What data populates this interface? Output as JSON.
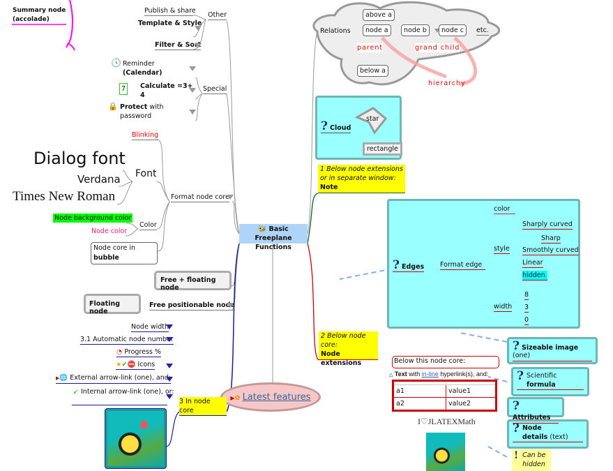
{
  "summary": {
    "line1": "Summary node",
    "line2": "(accolade)"
  },
  "other": {
    "label": "Other",
    "items": [
      "Publish & share",
      "Template & Style",
      "Filter & Sort"
    ]
  },
  "special": {
    "label": "Special",
    "reminder1": "Reminder",
    "reminder2": "(Calendar)",
    "calc_value": "7",
    "calc1": "Calculate =3+",
    "calc2": "4",
    "protect1": "Protect",
    "protect2": "with",
    "protect3": "password"
  },
  "format": {
    "label": "Format node core",
    "blinking": "Blinking",
    "font": "Font",
    "dialog": "Dialog font",
    "verdana": "Verdana",
    "times": "Times New Roman",
    "color": "Color",
    "bgcolor": "Node background color",
    "nodecolor": "Node color",
    "bubble1": "Node core in",
    "bubble2": "bubble"
  },
  "free": {
    "floating_free": "Free + floating node",
    "floating": "Floating node",
    "positionable": "Free positionable node"
  },
  "center": {
    "line1": "Basic Freeplane",
    "line2": "Functions"
  },
  "latest": "Latest features",
  "core": {
    "label1": "3 In node",
    "label2": "core",
    "items": [
      "Node width",
      "3.1 Automatic node number",
      "Progress %",
      "Icons",
      "External arrow-link (one), and:",
      "Internal arrow-link (one), or:"
    ]
  },
  "relations": {
    "label": "Relations",
    "above": "above a",
    "node_a": "node a",
    "node_b": "node b",
    "node_c": "node c",
    "etc": "etc.",
    "parent": "parent",
    "grandchild": "grand child",
    "below": "below a",
    "hierarchy": "hierarchy"
  },
  "cloud": {
    "label": "Cloud",
    "star": "star",
    "rectangle": "rectangle"
  },
  "note": {
    "line1": "1 Below node extensions",
    "line2": "or in separate window:",
    "line3": "Note"
  },
  "edges": {
    "label": "Edges",
    "format": "Format edge",
    "color": "color",
    "style": "style",
    "width": "width",
    "styles": [
      "Sharply curved",
      "Sharp",
      "Smoothly curved",
      "Linear",
      "hidden"
    ],
    "widths": [
      "8",
      "3",
      "0"
    ]
  },
  "ext": {
    "line1": "2 Below node",
    "line2": "core:",
    "line3": "Node extensions"
  },
  "details": {
    "below": "Below this node core:",
    "text_bold": "Text",
    "text_with": "with",
    "text_link": "in-line",
    "text_rest": "hyperlink(s), and:",
    "table": [
      [
        "a1",
        "value1"
      ],
      [
        "a2",
        "value2"
      ]
    ],
    "latex": "I♡JLATEXMath"
  },
  "right": {
    "image1": "Sizeable image",
    "image2": "(one)",
    "sci1": "Scientific",
    "sci2": "formula",
    "attributes": "Attributes",
    "det1": "Node",
    "det2": "details",
    "det3": "(text)",
    "hidden1": "Can be",
    "hidden2": "hidden"
  },
  "colors": {
    "accent_cyan": "#99ffff",
    "note_yellow": "#ffff00",
    "center_bg": "#b0d4f8",
    "summary": "#ff00ff"
  }
}
